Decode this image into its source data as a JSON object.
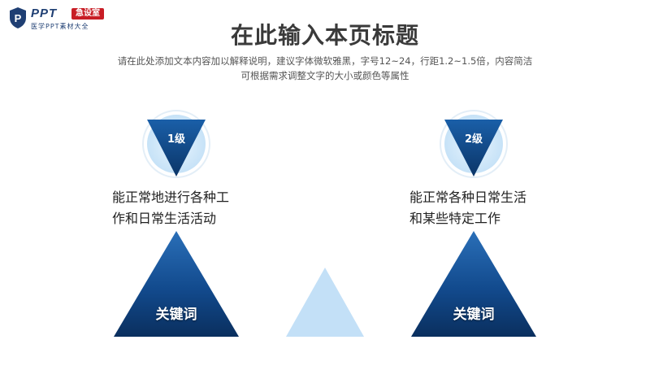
{
  "logo": {
    "mark": "P",
    "brand": "PPT",
    "badge": "急设室",
    "tagline": "医学PPT素材大全"
  },
  "title": "在此输入本页标题",
  "subtitle": {
    "line1": "请在此处添加文本内容加以解释说明，建议字体微软雅黑，字号12~24，行距1.2~1.5倍，内容简洁",
    "line2": "可根据需求调整文字的大小或颜色等属性"
  },
  "levels": [
    {
      "label": "1级",
      "desc_line1": "能正常地进行各种工",
      "desc_line2": "作和日常生活活动",
      "keyword": "关键词"
    },
    {
      "label": "2级",
      "desc_line1": "能正常各种日常生活",
      "desc_line2": "和某些特定工作",
      "keyword": "关键词"
    }
  ],
  "colors": {
    "dark_blue": "#0d3d7a",
    "mid_blue": "#1a5fa8",
    "light_blue": "#c3e0f7",
    "ring": "#dbeefb"
  }
}
